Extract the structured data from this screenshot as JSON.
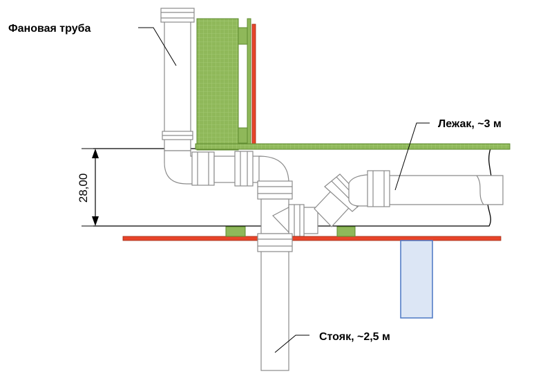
{
  "labels": {
    "fan_pipe": "Фановая труба",
    "lezhak": "Лежак, ~3 м",
    "stoyak": "Стояк, ~2,5 м",
    "dimension": "28,00"
  },
  "colors": {
    "green": "#8fb85a",
    "green_dark": "#5e8a2e",
    "red": "#e8442a",
    "red_dark": "#9c2a12",
    "blue_fill": "#dce6f5",
    "blue_stroke": "#4a76c4",
    "pipe_stroke": "#8a8a8a"
  }
}
